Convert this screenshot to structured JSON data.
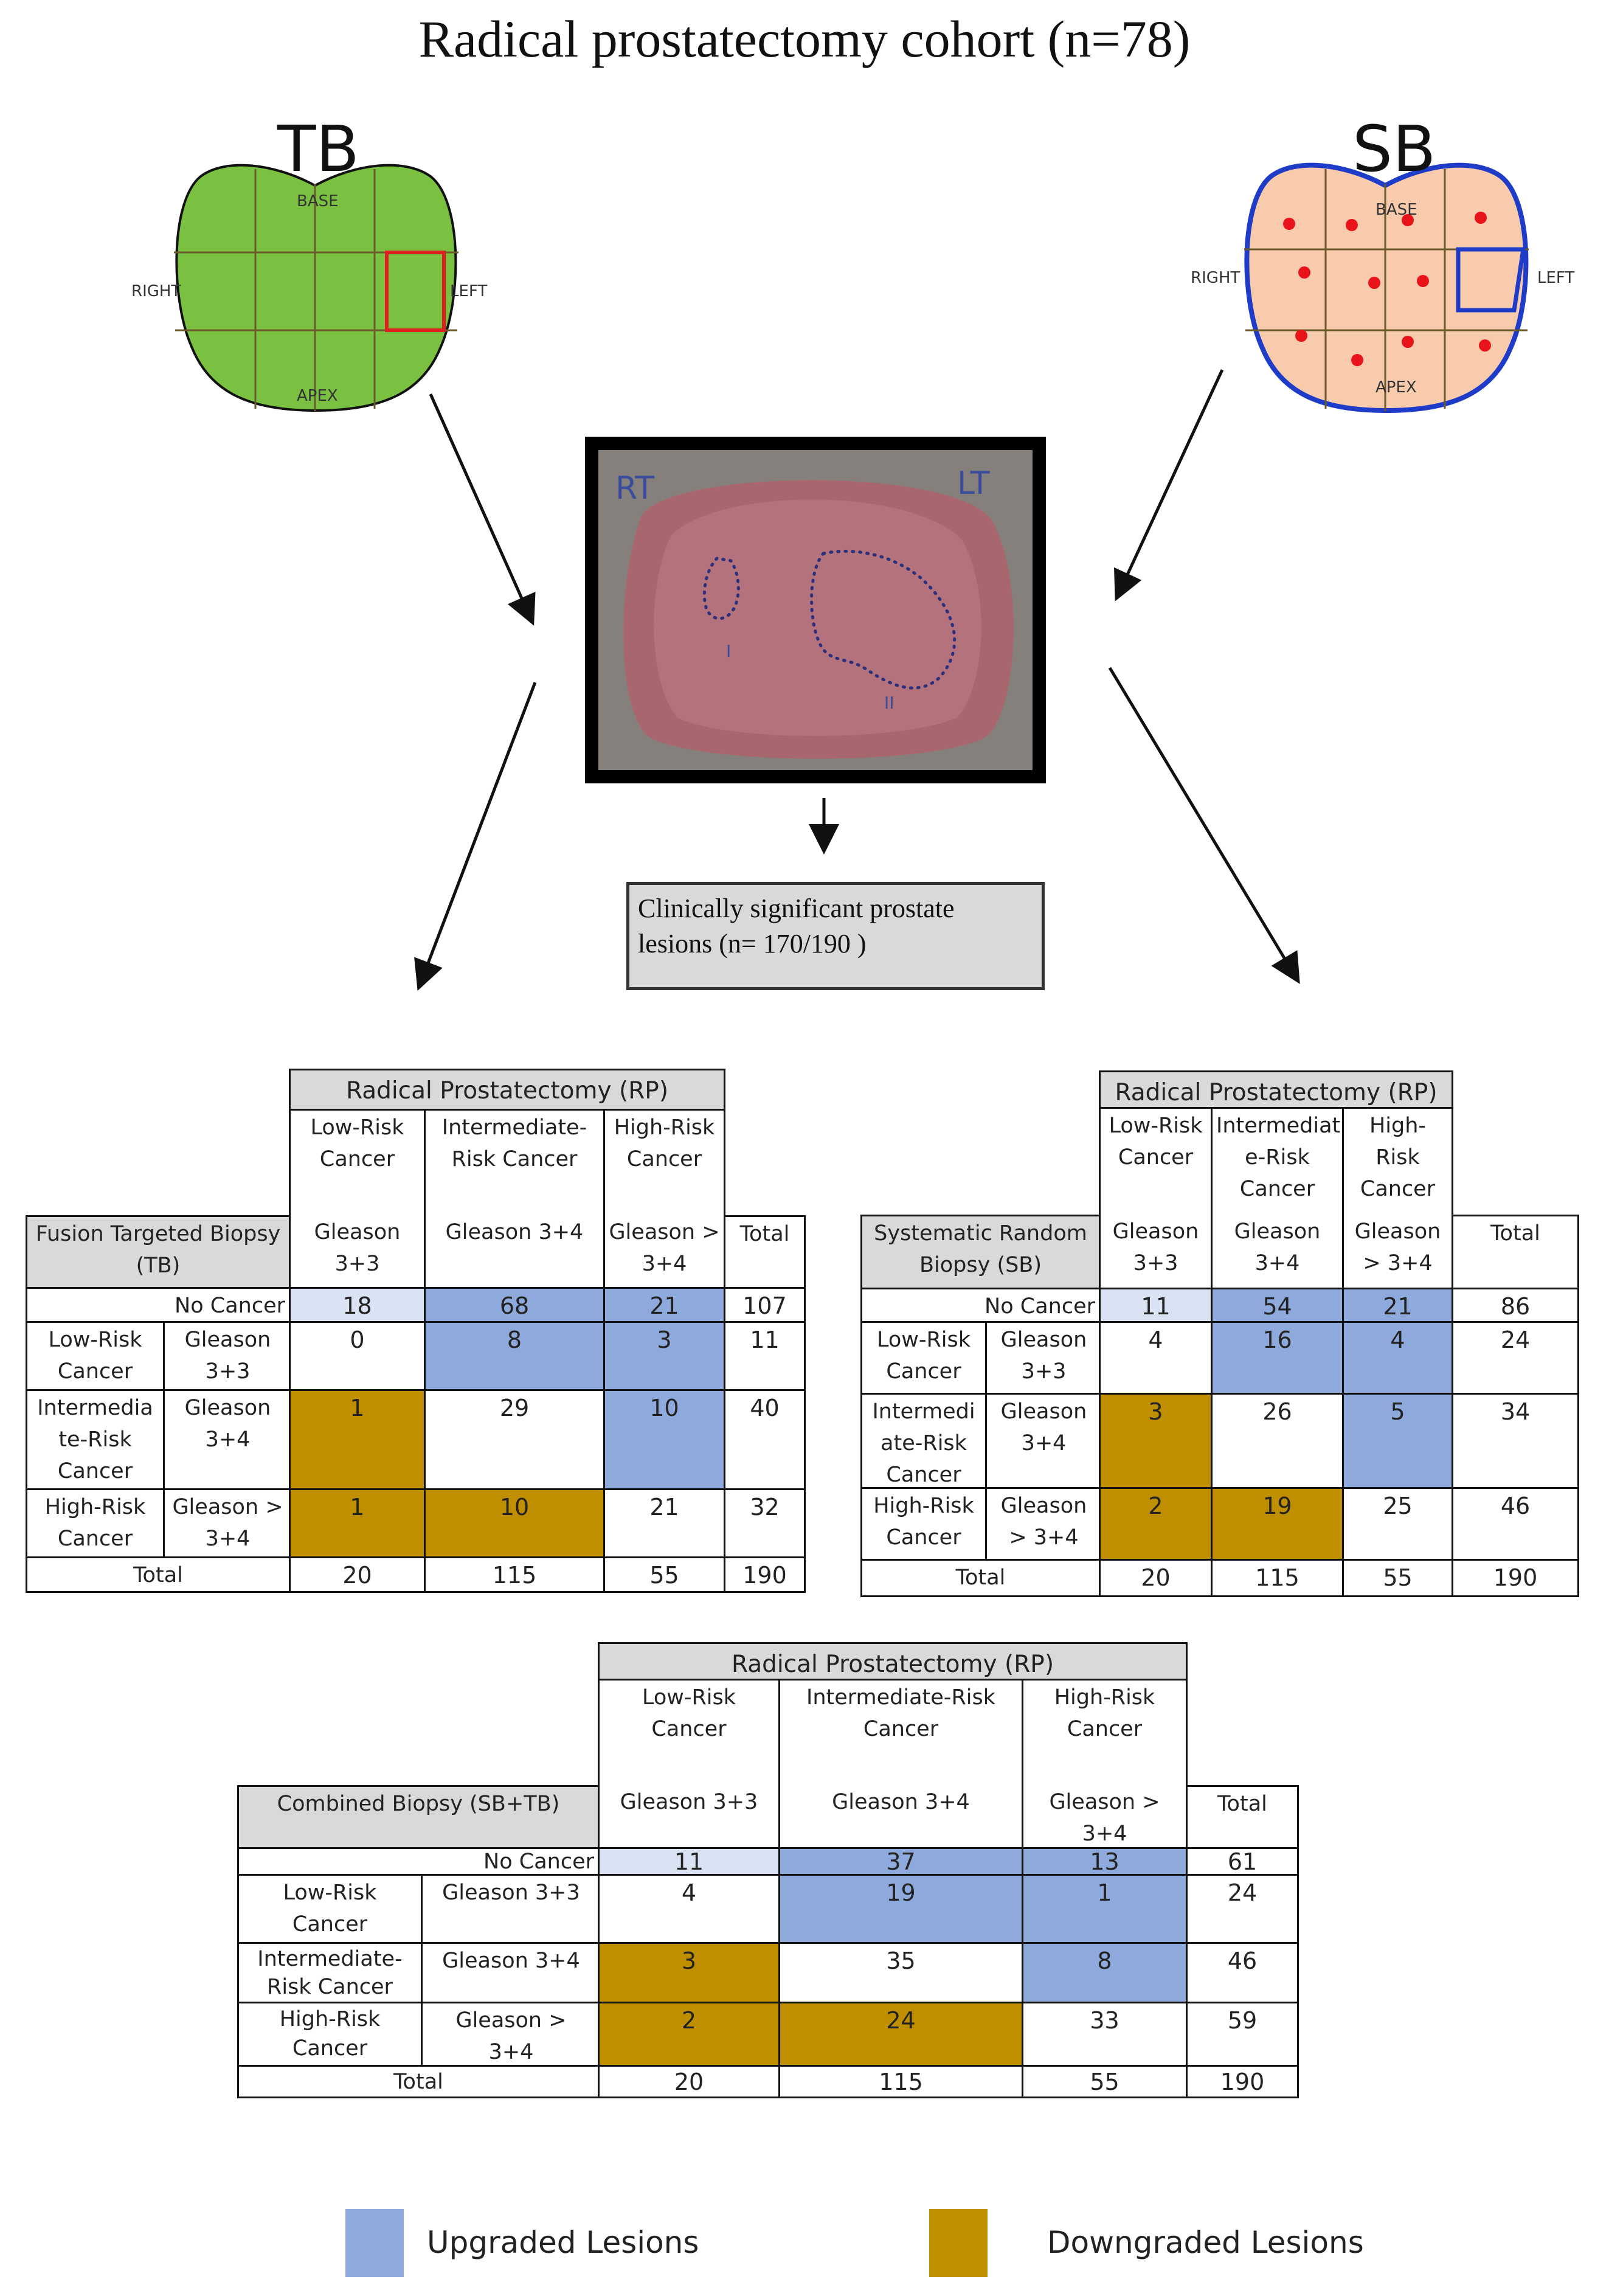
{
  "title": "Radical prostatectomy cohort (n=78)",
  "colors": {
    "upgraded": "#8ea9db",
    "downgraded": "#bf8f00",
    "no_cancer_low": "#dae3f3",
    "tb_fill": "#7ac142",
    "sb_fill": "#f8cbad",
    "header_gray": "#d9d9d9"
  },
  "tb_diagram": {
    "label": "TB",
    "base": "BASE",
    "apex": "APEX",
    "right": "RIGHT",
    "left": "LEFT"
  },
  "sb_diagram": {
    "label": "SB",
    "base": "BASE",
    "apex": "APEX",
    "right": "RIGHT",
    "left": "LEFT"
  },
  "specimen": {
    "rt": "RT",
    "lt": "LT",
    "lesion_1": "I",
    "lesion_2": "II"
  },
  "cs_box": {
    "line1": "Clinically significant prostate",
    "line2": "lesions (n=  170/190 )"
  },
  "tb_table": {
    "rp_header": "Radical Prostatectomy (RP)",
    "col_groups": [
      "Low-Risk Cancer",
      "Intermediate-Risk Cancer",
      "High-Risk Cancer"
    ],
    "row_header": "Fusion Targeted Biopsy (TB)",
    "gleason_cols": [
      "Gleason 3+3",
      "Gleason 3+4",
      "Gleason > 3+4",
      "Total"
    ],
    "no_cancer": {
      "label": "No Cancer",
      "values": [
        "18",
        "68",
        "21",
        "107"
      ]
    },
    "rows": [
      {
        "risk": "Low-Risk Cancer",
        "gleason": "Gleason 3+3",
        "values": [
          "0",
          "8",
          "3",
          "11"
        ]
      },
      {
        "risk": "Intermedia te-Risk Cancer",
        "gleason": "Gleason 3+4",
        "values": [
          "1",
          "29",
          "10",
          "40"
        ]
      },
      {
        "risk": "High-Risk Cancer",
        "gleason": "Gleason > 3+4",
        "values": [
          "1",
          "10",
          "21",
          "32"
        ]
      }
    ],
    "total": {
      "label": "Total",
      "values": [
        "20",
        "115",
        "55",
        "190"
      ]
    }
  },
  "sb_table": {
    "rp_header": "Radical Prostatectomy (RP)",
    "col_groups": [
      "Low-Risk Cancer",
      "Intermediat e-Risk Cancer",
      "High-Risk Cancer"
    ],
    "row_header": "Systematic Random Biopsy (SB)",
    "gleason_cols": [
      "Gleason 3+3",
      "Gleason 3+4",
      "Gleason > 3+4",
      "Total"
    ],
    "no_cancer": {
      "label": "No Cancer",
      "values": [
        "11",
        "54",
        "21",
        "86"
      ]
    },
    "rows": [
      {
        "risk": "Low-Risk Cancer",
        "gleason": "Gleason 3+3",
        "values": [
          "4",
          "16",
          "4",
          "24"
        ]
      },
      {
        "risk": "Intermedi ate-Risk Cancer",
        "gleason": "Gleason 3+4",
        "values": [
          "3",
          "26",
          "5",
          "34"
        ]
      },
      {
        "risk": "High-Risk Cancer",
        "gleason": "Gleason > 3+4",
        "values": [
          "2",
          "19",
          "25",
          "46"
        ]
      }
    ],
    "total": {
      "label": "Total",
      "values": [
        "20",
        "115",
        "55",
        "190"
      ]
    }
  },
  "combined_table": {
    "rp_header": "Radical Prostatectomy (RP)",
    "col_groups": [
      "Low-Risk Cancer",
      "Intermediate-Risk Cancer",
      "High-Risk Cancer"
    ],
    "row_header": "Combined Biopsy (SB+TB)",
    "gleason_cols": [
      "Gleason 3+3",
      "Gleason 3+4",
      "Gleason > 3+4",
      "Total"
    ],
    "no_cancer": {
      "label": "No Cancer",
      "values": [
        "11",
        "37",
        "13",
        "61"
      ]
    },
    "rows": [
      {
        "risk": "Low-Risk Cancer",
        "gleason": "Gleason 3+3",
        "values": [
          "4",
          "19",
          "1",
          "24"
        ]
      },
      {
        "risk": "Intermediate-Risk Cancer",
        "gleason": "Gleason 3+4",
        "values": [
          "3",
          "35",
          "8",
          "46"
        ]
      },
      {
        "risk": "High-Risk Cancer",
        "gleason": "Gleason > 3+4",
        "values": [
          "2",
          "24",
          "33",
          "59"
        ]
      }
    ],
    "total": {
      "label": "Total",
      "values": [
        "20",
        "115",
        "55",
        "190"
      ]
    }
  },
  "legend": {
    "upgraded": "Upgraded Lesions",
    "downgraded": "Downgraded Lesions"
  }
}
